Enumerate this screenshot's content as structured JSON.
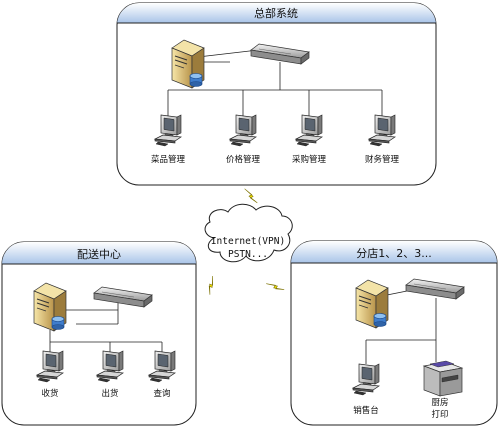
{
  "panels": {
    "hq": {
      "title": "总部系统",
      "clients": [
        "菜品管理",
        "价格管理",
        "采购管理",
        "财务管理"
      ]
    },
    "distribution": {
      "title": "配送中心",
      "clients": [
        "收货",
        "出货",
        "查询"
      ]
    },
    "branch": {
      "title": "分店1、2、3...",
      "clients": [
        "销售台"
      ],
      "printer": [
        "厨房",
        "打印"
      ]
    }
  },
  "cloud": {
    "line1": "Internet(VPN)",
    "line2": "PSTN..."
  },
  "colors": {
    "header_top": "#ffffff",
    "header_bottom": "#a9c4e8",
    "border": "#222222",
    "lightning": "#f2e000"
  },
  "icons": [
    "server-icon",
    "switch-icon",
    "workstation-icon",
    "printer-icon",
    "cloud-icon",
    "lightning-icon"
  ]
}
